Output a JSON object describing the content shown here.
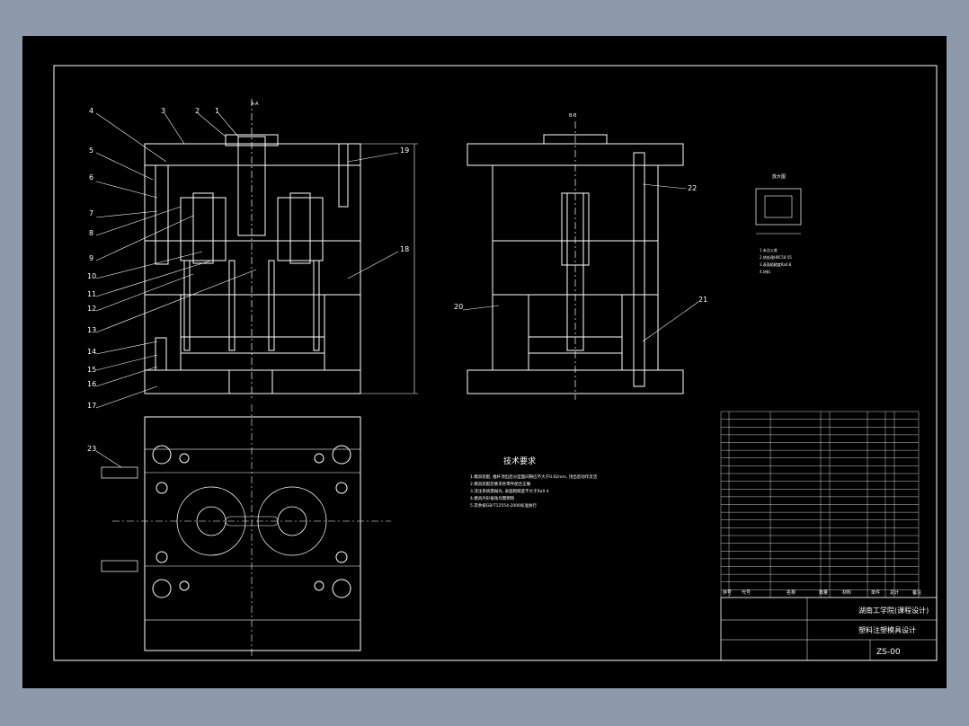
{
  "drawing": {
    "main_view_label": "A-A",
    "side_view_label": "B-B",
    "detail_label": "放大图",
    "part_numbers_left": [
      "4",
      "5",
      "6",
      "7",
      "8",
      "9",
      "10",
      "11",
      "12",
      "13",
      "14",
      "15",
      "16",
      "17"
    ],
    "part_numbers_top": [
      "3",
      "2",
      "1"
    ],
    "part_numbers_right_main": [
      "19",
      "18"
    ],
    "part_numbers_side": [
      "22",
      "20",
      "21"
    ],
    "part_number_plan": "23",
    "technical_requirements": {
      "title": "技术要求",
      "lines": [
        "1.模具装配, 推杆顶出后分型面间隙应不大于0.02mm, 顶出后动作灵活",
        "2.模具装配后要求各零件配合正确",
        "3.浇注系统需抛光, 表面粗糙度不大于Ra0.4",
        "4.模具外形棱角均需倒钝",
        "5.其余按GB/T12554-2006标准执行"
      ]
    },
    "detail_notes": [
      "1.未注公差",
      "2.热处理HRC50-55",
      "3.表面粗糙度Ra0.8",
      "4.材料"
    ]
  },
  "title_block": {
    "school": "湖南工学院(课程设计)",
    "title": "塑料注塑模具设计",
    "drawing_no": "ZS-00",
    "header_cols": [
      "序号",
      "代号",
      "名称",
      "数量",
      "材料",
      "单件",
      "总计",
      "备注"
    ]
  },
  "colors": {
    "background": "#000000",
    "lines": "#ffffff",
    "outer": "#8d9aab"
  }
}
